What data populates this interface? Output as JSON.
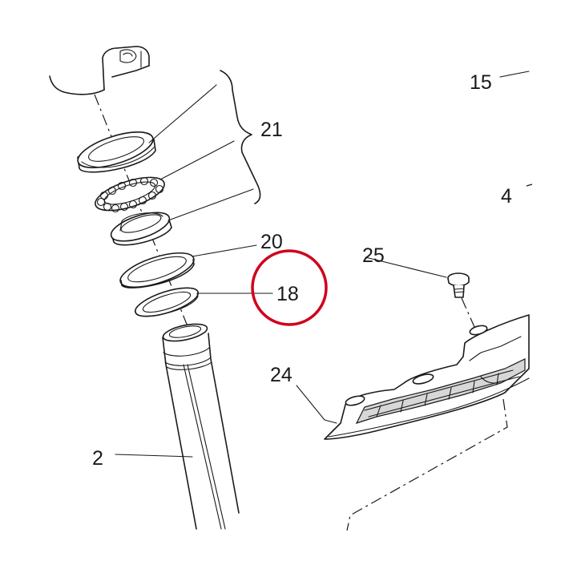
{
  "diagram": {
    "callouts": [
      {
        "id": "15",
        "text": "15"
      },
      {
        "id": "21",
        "text": "21"
      },
      {
        "id": "4",
        "text": "4"
      },
      {
        "id": "20",
        "text": "20"
      },
      {
        "id": "25",
        "text": "25"
      },
      {
        "id": "18",
        "text": "18"
      },
      {
        "id": "24",
        "text": "24"
      },
      {
        "id": "2",
        "text": "2"
      }
    ],
    "highlight": {
      "target": "18",
      "color": "#d0021b"
    },
    "line_color": "#1a1a1a"
  }
}
